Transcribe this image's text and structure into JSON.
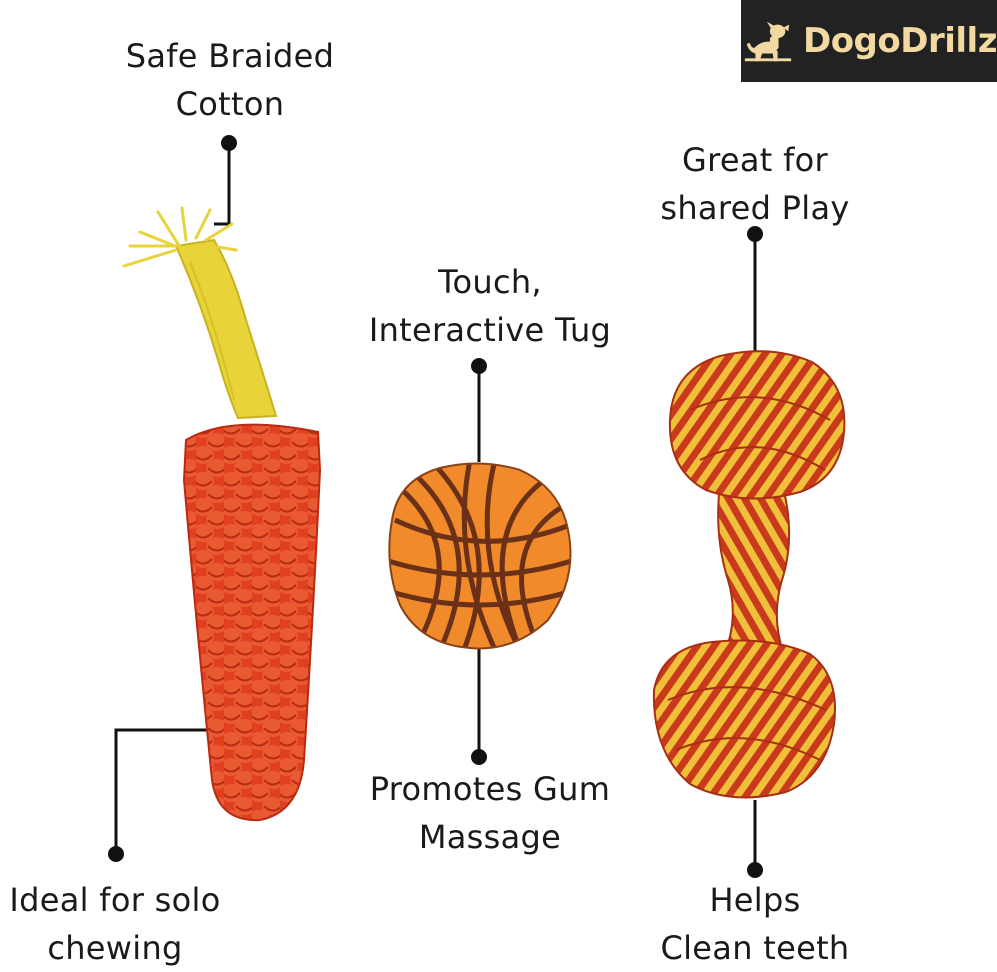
{
  "brand": {
    "name": "DogoDrillz",
    "icon": "dog-icon",
    "bg_color": "#222222",
    "text_color": "#f2d9a2"
  },
  "callouts": {
    "safe_cotton": {
      "line1": "Safe Braided",
      "line2": "Cotton"
    },
    "solo_chewing": {
      "line1": "Ideal for solo",
      "line2": "chewing"
    },
    "interactive_tug": {
      "line1": "Touch,",
      "line2": "Interactive Tug"
    },
    "gum_massage": {
      "line1": "Promotes Gum",
      "line2": "Massage"
    },
    "shared_play": {
      "line1": "Great for",
      "line2": "shared Play"
    },
    "clean_teeth": {
      "line1": "Helps",
      "line2": "Clean teeth"
    }
  },
  "colors": {
    "stick_red": "#e0401f",
    "stick_yellow": "#e8d33a",
    "ball_orange": "#f08a2a",
    "ball_stripe": "#6b3018",
    "bone_red": "#c93a1c",
    "bone_yellow": "#f0c03a"
  }
}
